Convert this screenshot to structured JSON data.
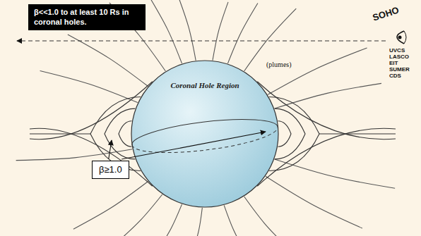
{
  "diagram": {
    "nodes": [
      {
        "text": [
          "β<<1.0 to at least 10 Rs in coronal holes."
        ]
      },
      {
        "text": [
          "Coronal Hole Region"
        ]
      },
      {
        "text": [
          "β≥1.0"
        ]
      }
    ],
    "labels": [
      "(plumes)",
      "SOHO",
      "UVCS",
      "LASCO",
      "EIT",
      "SUMER",
      "CDS"
    ]
  }
}
